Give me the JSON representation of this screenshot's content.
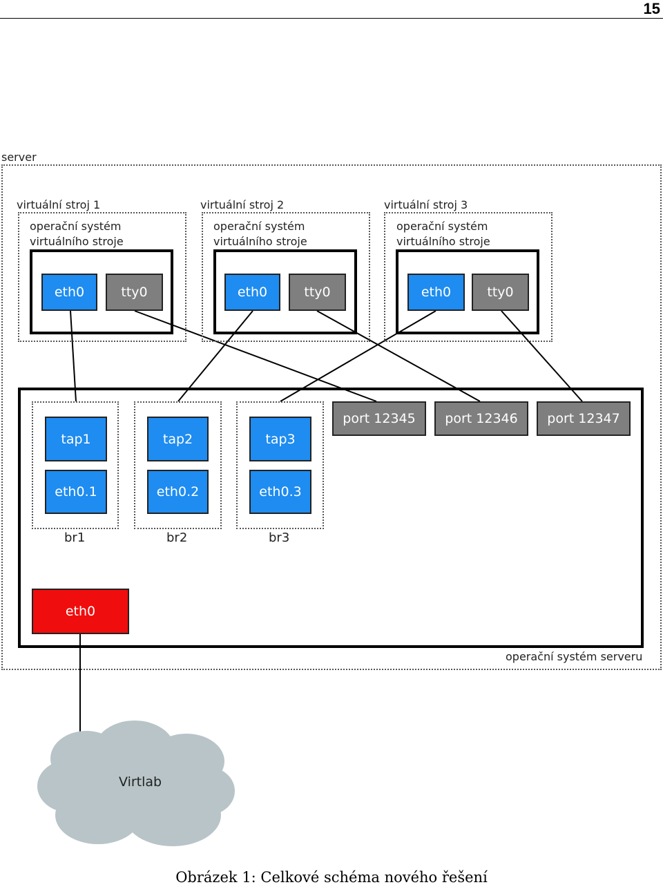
{
  "page_number": "15",
  "labels": {
    "server": "server",
    "server_os": "operační systém serveru",
    "vm1": "virtuální stroj 1",
    "vm2": "virtuální stroj 2",
    "vm3": "virtuální stroj 3",
    "vm_os_line1": "operační systém",
    "vm_os_line2": "virtuálního stroje"
  },
  "vm_interfaces": {
    "eth": "eth0",
    "tty": "tty0"
  },
  "bridges": [
    {
      "name": "br1",
      "tap": "tap1",
      "eth": "eth0.1"
    },
    {
      "name": "br2",
      "tap": "tap2",
      "eth": "eth0.2"
    },
    {
      "name": "br3",
      "tap": "tap3",
      "eth": "eth0.3"
    }
  ],
  "ports": [
    "port 12345",
    "port 12346",
    "port 12347"
  ],
  "server_eth": "eth0",
  "cloud": "Virtlab",
  "caption": "Obrázek 1: Celkové schéma nového řešení",
  "colors": {
    "interface_blue": "#1e8cf0",
    "tty_port_gray": "#7f7f7f",
    "server_eth_red": "#f00d0d",
    "cloud": "#b8c4c8"
  }
}
